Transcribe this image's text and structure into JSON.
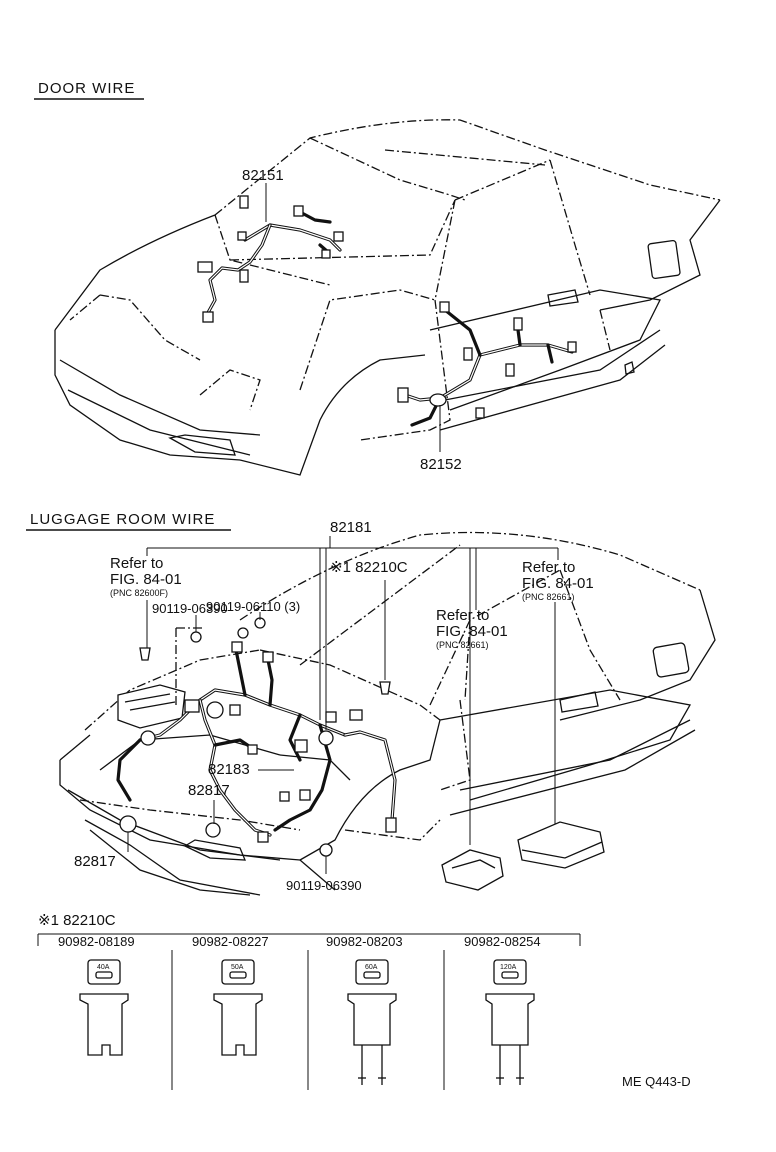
{
  "sections": {
    "door_wire": "DOOR WIRE",
    "luggage_room_wire": "LUGGAGE ROOM WIRE"
  },
  "door_parts": {
    "p82151": "82151",
    "p82152": "82152"
  },
  "luggage_parts": {
    "p82181": "82181",
    "p82210c": "※1 82210C",
    "p82183": "82183",
    "p82817_a": "82817",
    "p82817_b": "82817",
    "bolt_06110": "90119-06110 (3)",
    "bolt_06390_a": "90119-06390",
    "bolt_06390_b": "90119-06390"
  },
  "refs": [
    {
      "line1": "Refer to",
      "line2": "FIG. 84-01",
      "pnc": "(PNC 82600F)"
    },
    {
      "line1": "Refer to",
      "line2": "FIG. 84-01",
      "pnc": "(PNC 82661)"
    },
    {
      "line1": "Refer to",
      "line2": "FIG. 84-01",
      "pnc": "(PNC 82661)"
    }
  ],
  "fuse_table": {
    "header": "※1 82210C",
    "fuses": [
      {
        "part": "90982-08189",
        "rating": "40A"
      },
      {
        "part": "90982-08227",
        "rating": "50A"
      },
      {
        "part": "90982-08203",
        "rating": "60A"
      },
      {
        "part": "90982-08254",
        "rating": "120A"
      }
    ]
  },
  "footer_code": "ME Q443-D"
}
